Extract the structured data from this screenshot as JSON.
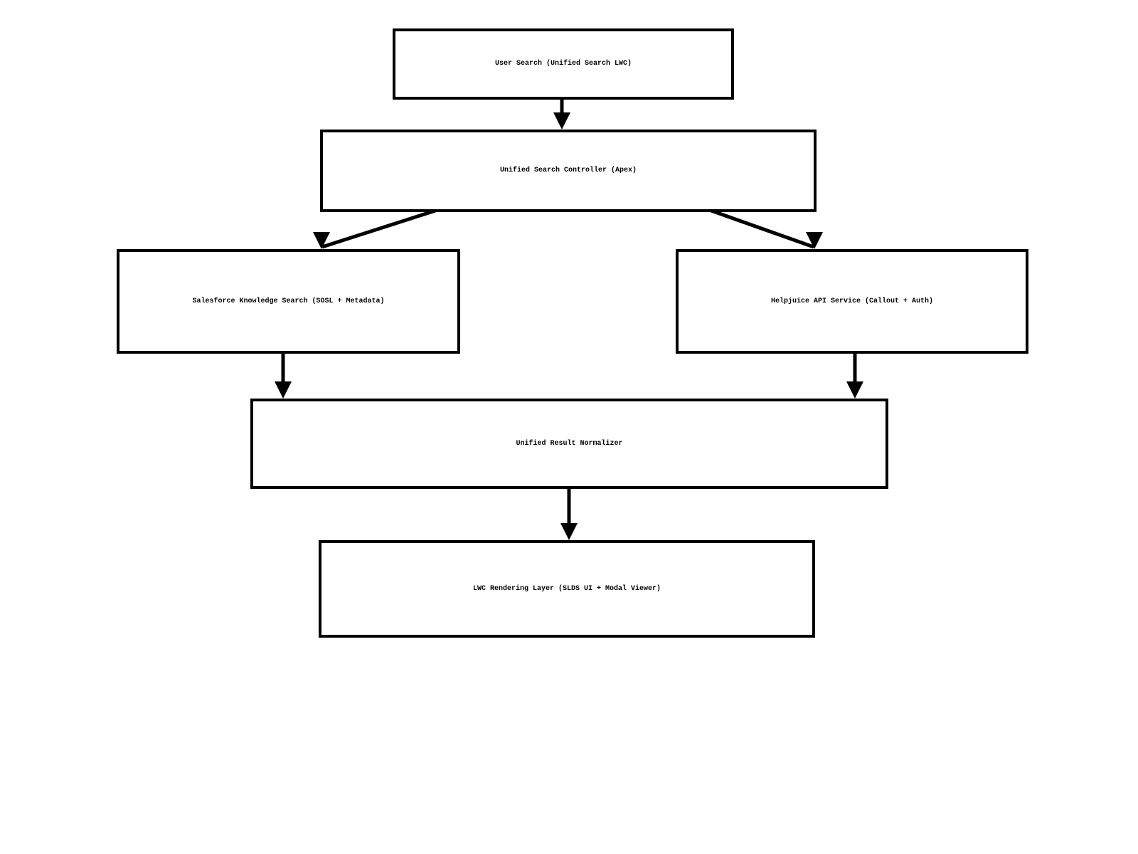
{
  "diagram": {
    "type": "flowchart",
    "background_color": "#ffffff",
    "stroke_color": "#000000",
    "text_color": "#000000",
    "nodes": [
      {
        "id": "user-search",
        "label": "User Search (Unified Search LWC)"
      },
      {
        "id": "search-controller",
        "label": "Unified Search Controller (Apex)"
      },
      {
        "id": "knowledge-search",
        "label": "Salesforce Knowledge Search (SOSL + Metadata)"
      },
      {
        "id": "helpjuice-api",
        "label": "Helpjuice API Service (Callout + Auth)"
      },
      {
        "id": "result-normalizer",
        "label": "Unified Result Normalizer"
      },
      {
        "id": "rendering-layer",
        "label": "LWC Rendering Layer (SLDS UI + Modal Viewer)"
      }
    ],
    "edges": [
      {
        "from": "user-search",
        "to": "search-controller"
      },
      {
        "from": "search-controller",
        "to": "knowledge-search"
      },
      {
        "from": "search-controller",
        "to": "helpjuice-api"
      },
      {
        "from": "knowledge-search",
        "to": "result-normalizer"
      },
      {
        "from": "helpjuice-api",
        "to": "result-normalizer"
      },
      {
        "from": "result-normalizer",
        "to": "rendering-layer"
      }
    ]
  }
}
